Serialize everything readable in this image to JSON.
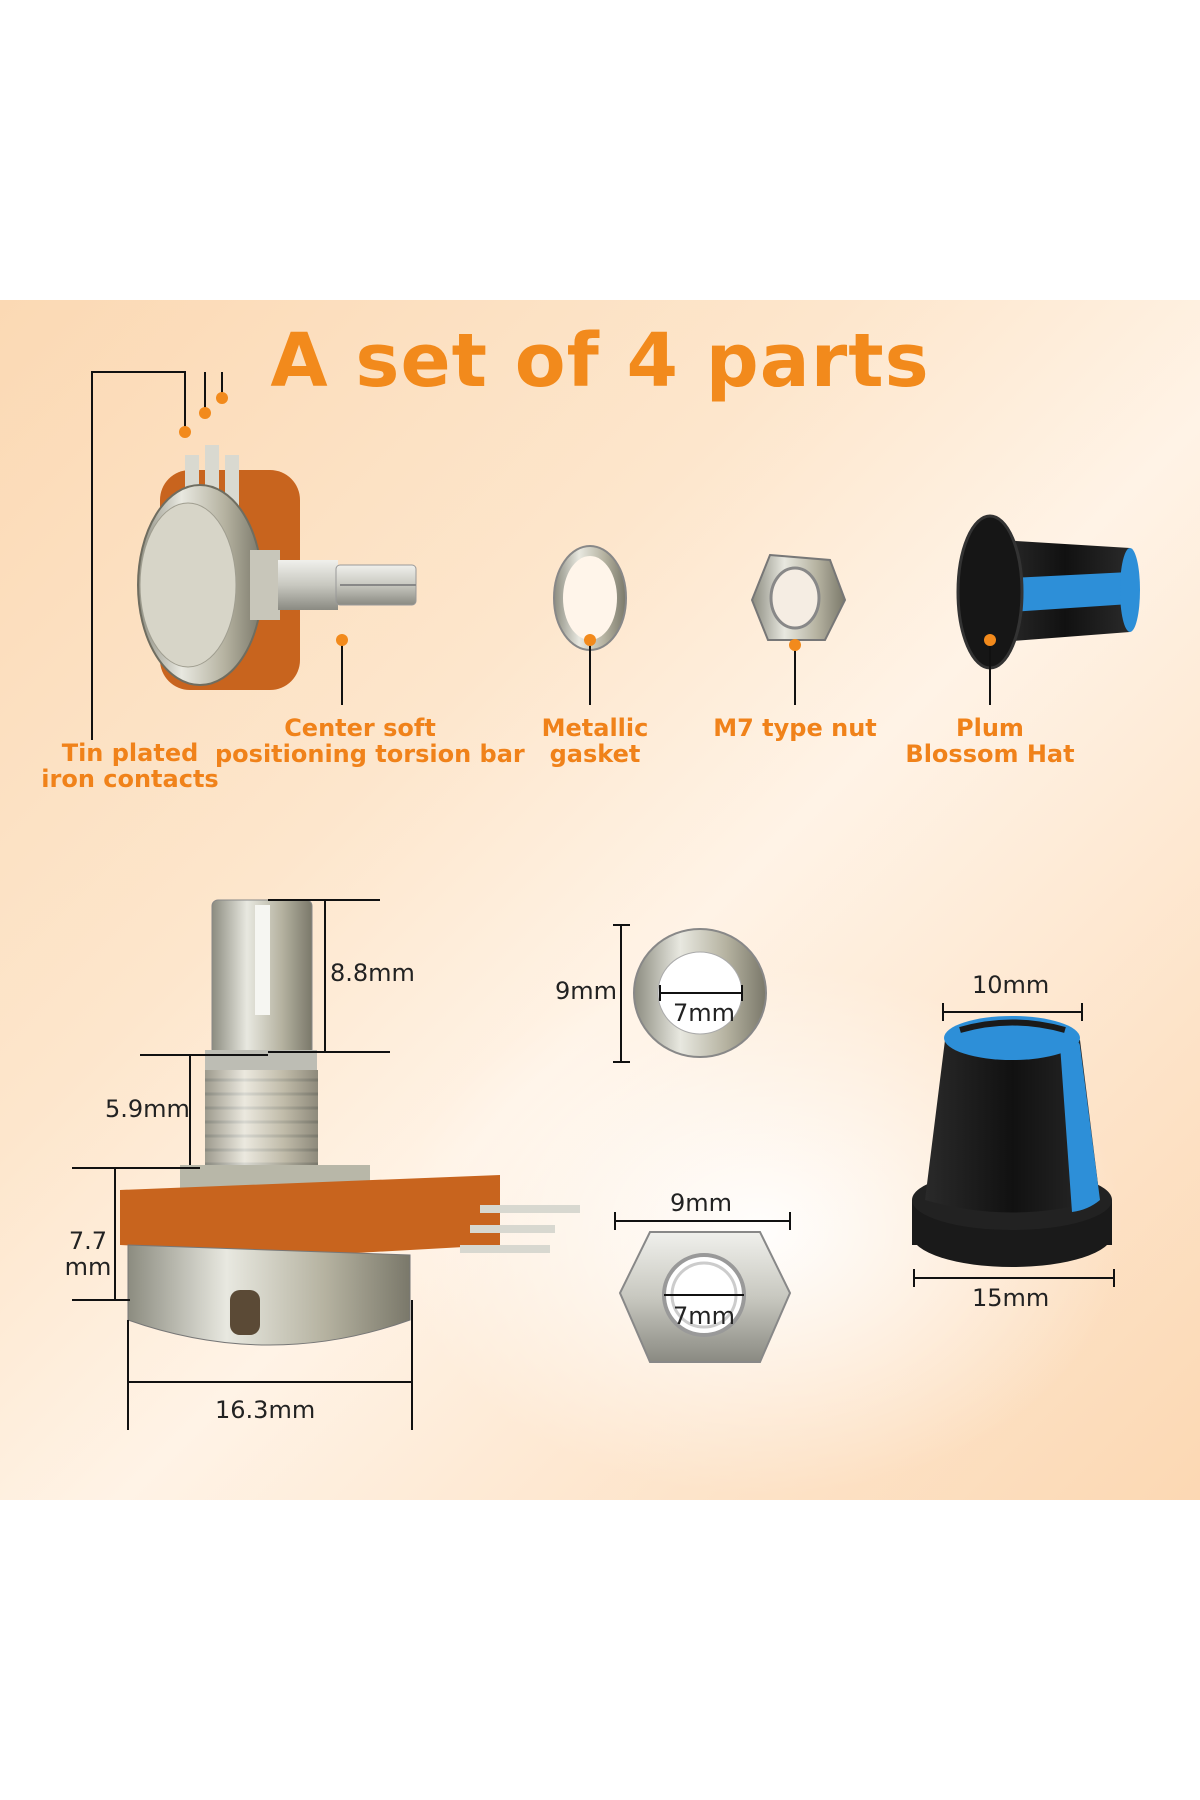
{
  "title": "A set of 4 parts",
  "parts": [
    {
      "name": "potentiometer",
      "callouts": [
        {
          "lines": [
            "Tin plated",
            "iron contacts"
          ]
        },
        {
          "lines": [
            "Center soft",
            "positioning torsion bar"
          ]
        }
      ]
    },
    {
      "name": "gasket",
      "callouts": [
        {
          "lines": [
            "Metallic",
            "gasket"
          ]
        }
      ]
    },
    {
      "name": "nut",
      "callouts": [
        {
          "lines": [
            "M7 type nut"
          ]
        }
      ]
    },
    {
      "name": "knob",
      "callouts": [
        {
          "lines": [
            "Plum",
            "Blossom Hat"
          ]
        }
      ]
    }
  ],
  "dimensions": {
    "shaft_top": "8.8mm",
    "thread": "5.9mm",
    "body_height_line1": "7.7",
    "body_height_line2": "mm",
    "body_width": "16.3mm",
    "gasket_outer": "9mm",
    "gasket_inner": "7mm",
    "nut_outer": "9mm",
    "nut_inner": "7mm",
    "knob_top": "10mm",
    "knob_bottom": "15mm"
  },
  "colors": {
    "accent": "#f28a1c",
    "knob_blue": "#2d8fd8",
    "knob_black": "#1a1a1a",
    "pcb": "#c8641e"
  }
}
